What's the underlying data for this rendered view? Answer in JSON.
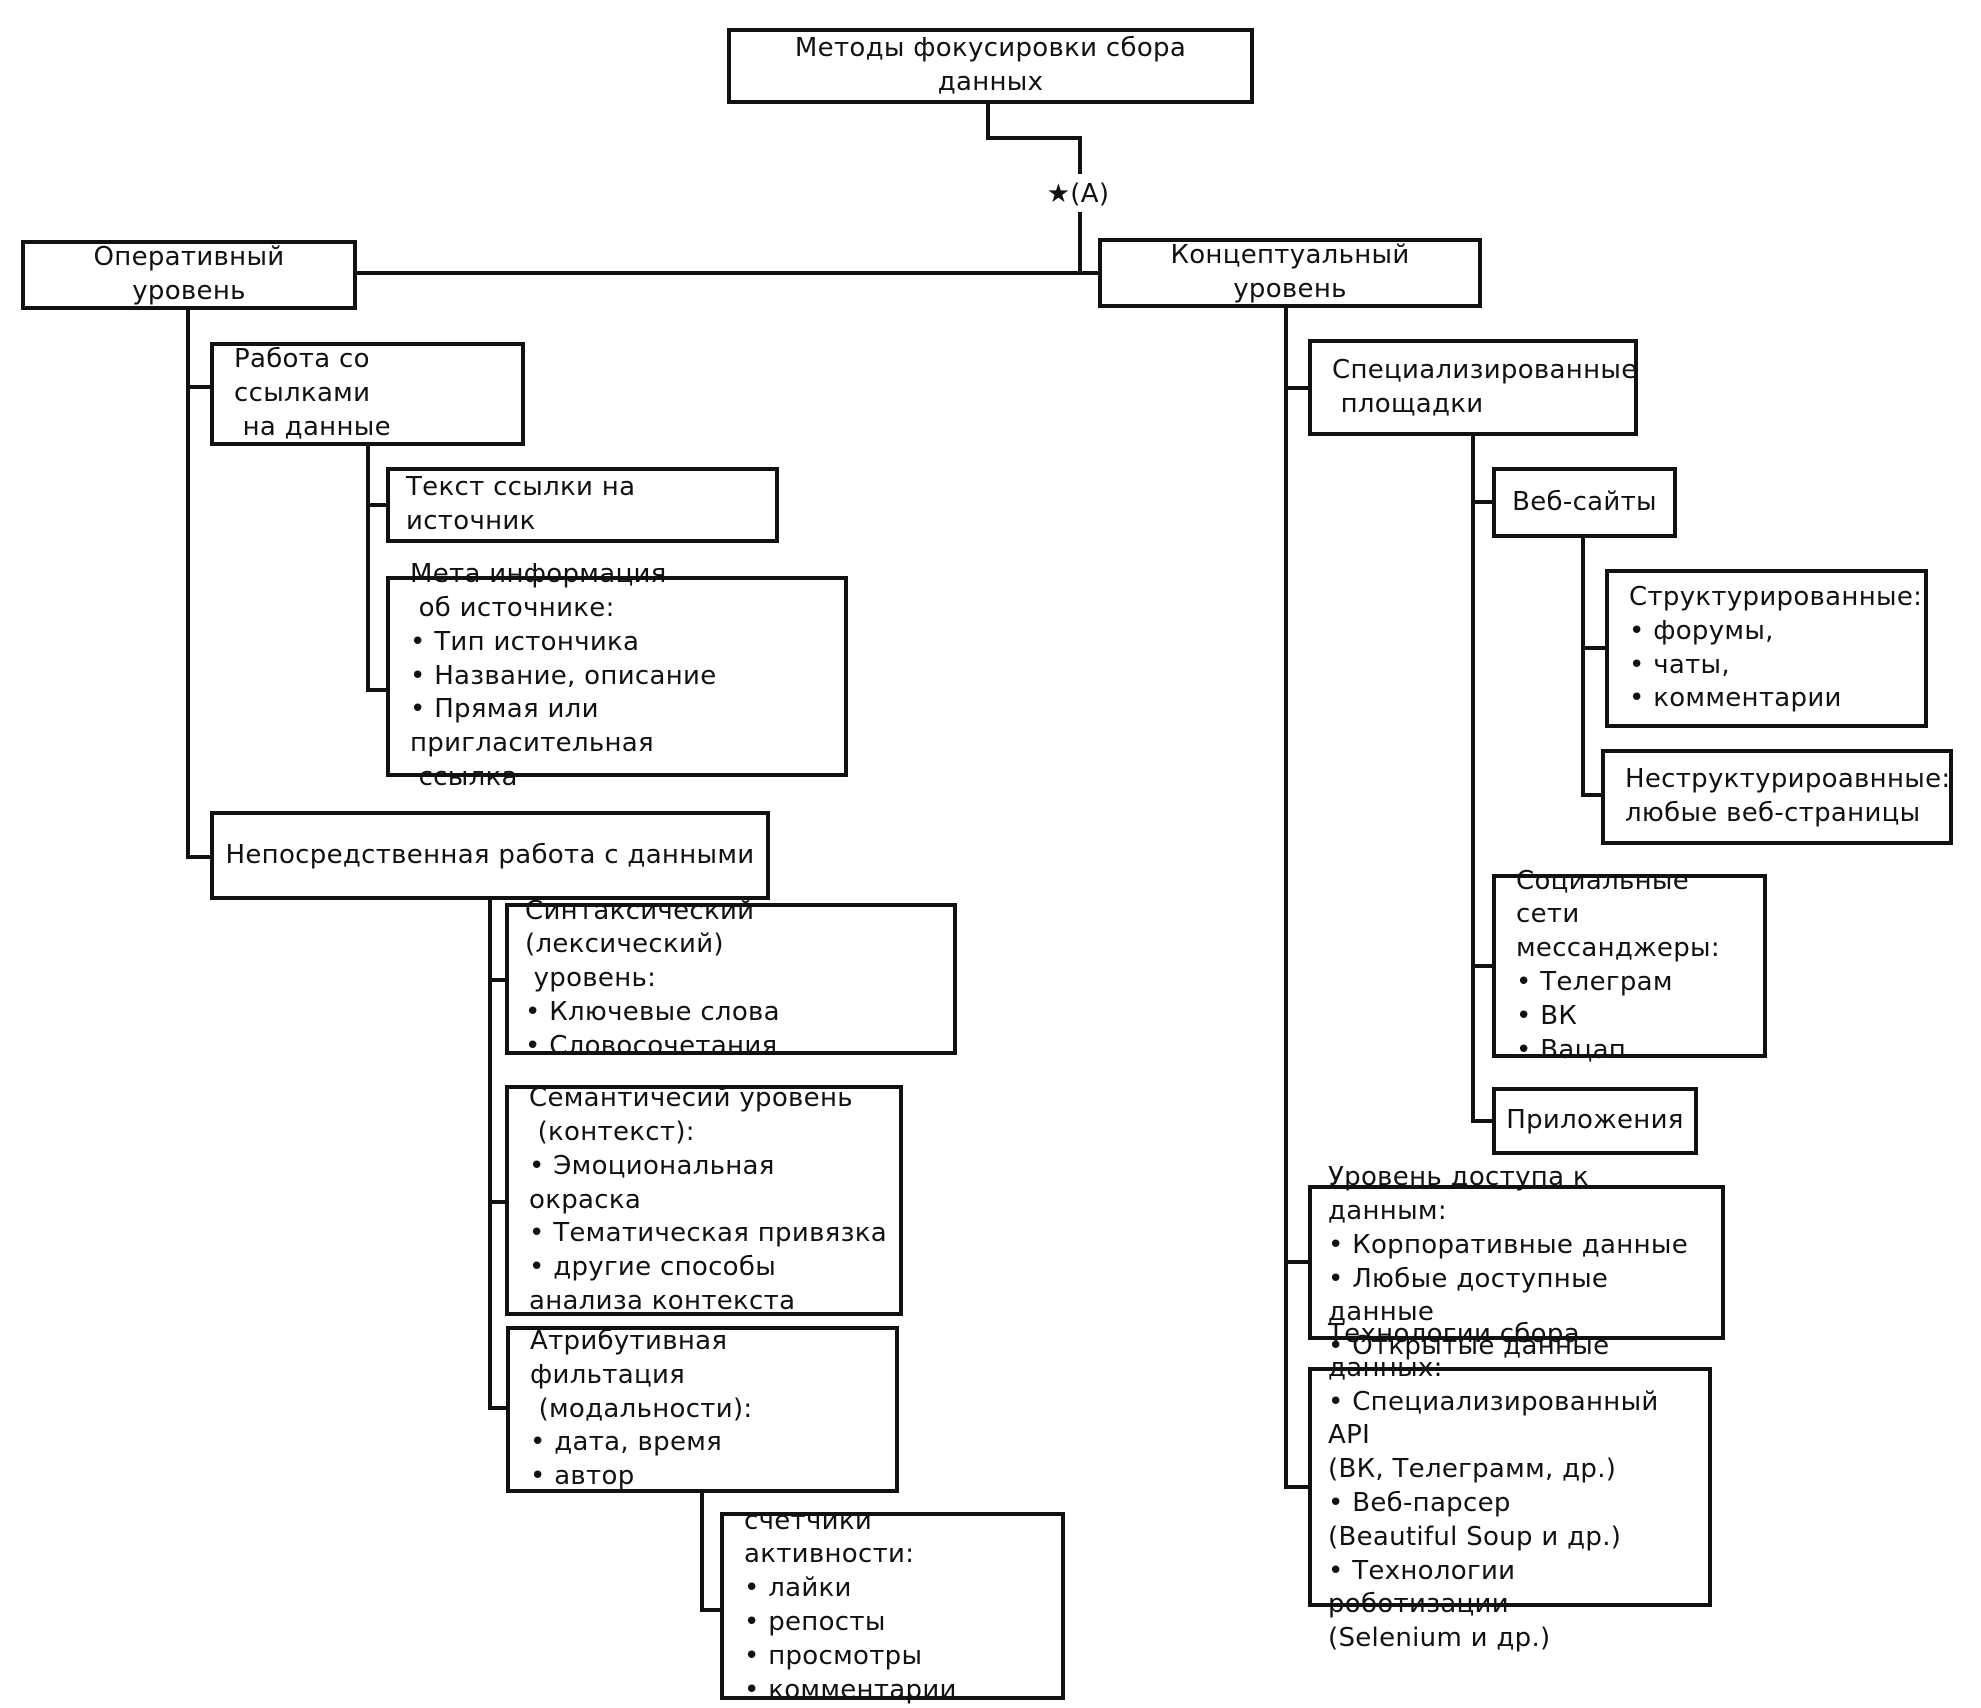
{
  "diagram": {
    "star_label": "★(A)",
    "nodes": {
      "title": {
        "text": "Методы фокусировки сбора данных"
      },
      "operational_level": {
        "text": "Оперативный уровень"
      },
      "conceptual_level": {
        "text": "Концептуальный уровень"
      },
      "links_work": {
        "text": "Работа со ссылками\n на данные"
      },
      "link_text": {
        "text": "Текст ссылки на источник"
      },
      "meta_info": {
        "text": "Мета информация\n об источнике:\n• Тип истончика\n• Название, описание\n• Прямая или пригласительная\n ссылка"
      },
      "direct_work": {
        "text": "Непосредственная работа с данными"
      },
      "syntactic_level": {
        "text": "Синтаксический (лексический)\n уровень:\n• Ключевые слова\n• Словосочетания"
      },
      "semantic_level": {
        "text": "Семантичесий уровень\n (контекст):\n• Эмоциональная окраска\n• Тематическая привязка\n• другие способы\nанализа контекста"
      },
      "attributive_filtration": {
        "text": "Атрибутивная фильтация\n (модальности):\n• дата, время\n• автор"
      },
      "activity_counters": {
        "text": "счетчики активности:\n• лайки\n• репосты\n• просмотры\n• комментарии"
      },
      "specialized_platforms": {
        "text": "Специализированные\n площадки"
      },
      "websites": {
        "text": "Веб-сайты"
      },
      "structured": {
        "text": "Структурированные:\n• форумы,\n• чаты,\n• комментарии"
      },
      "unstructured": {
        "text": "Неструктурироавнные:\nлюбые веб-страницы"
      },
      "social_networks": {
        "text": "Социальные сети\nмессанджеры:\n• Телеграм\n• ВК\n• Вацап"
      },
      "applications": {
        "text": "Приложения"
      },
      "data_access_level": {
        "text": "Уровень доступа к данным:\n• Корпоративные данные\n• Любые доступные данные\n• Открытые данные"
      },
      "collection_technologies": {
        "text": "Технологии сбора данных:\n• Специализированный API\n(ВК, Телеграмм, др.)\n• Веб-парсер\n(Beautiful Soup и др.)\n• Технологии роботизации\n(Selenium и др.)"
      }
    }
  }
}
